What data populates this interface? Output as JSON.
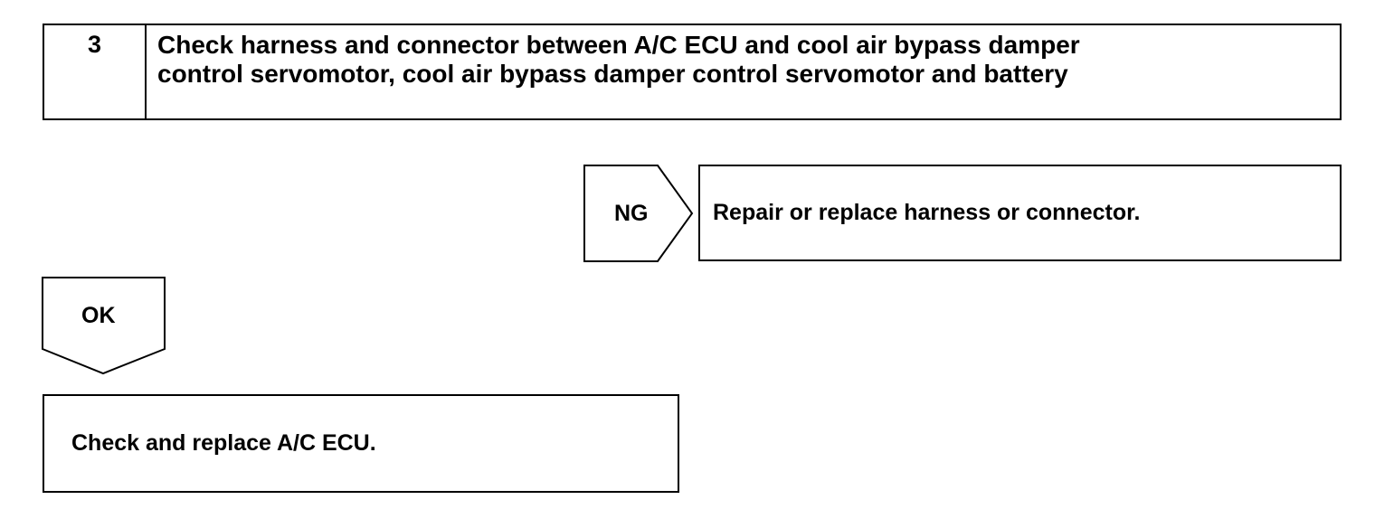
{
  "step": {
    "number": "3",
    "title_line1": "Check harness and connector between A/C ECU and cool air bypass damper",
    "title_line2": "control servomotor, cool air bypass damper control servomotor and battery"
  },
  "ng_branch": {
    "label": "NG",
    "result": "Repair or replace harness or connector."
  },
  "ok_branch": {
    "label": "OK",
    "result": "Check and replace A/C ECU."
  }
}
